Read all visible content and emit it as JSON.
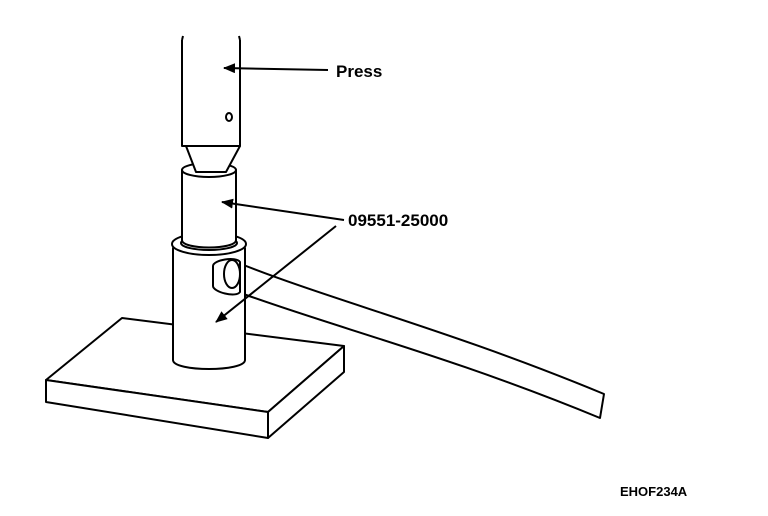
{
  "labels": {
    "press": "Press",
    "tool_number": "09551-25000",
    "figure_code": "EHOF234A"
  },
  "colors": {
    "line": "#000000",
    "background": "#ffffff"
  }
}
